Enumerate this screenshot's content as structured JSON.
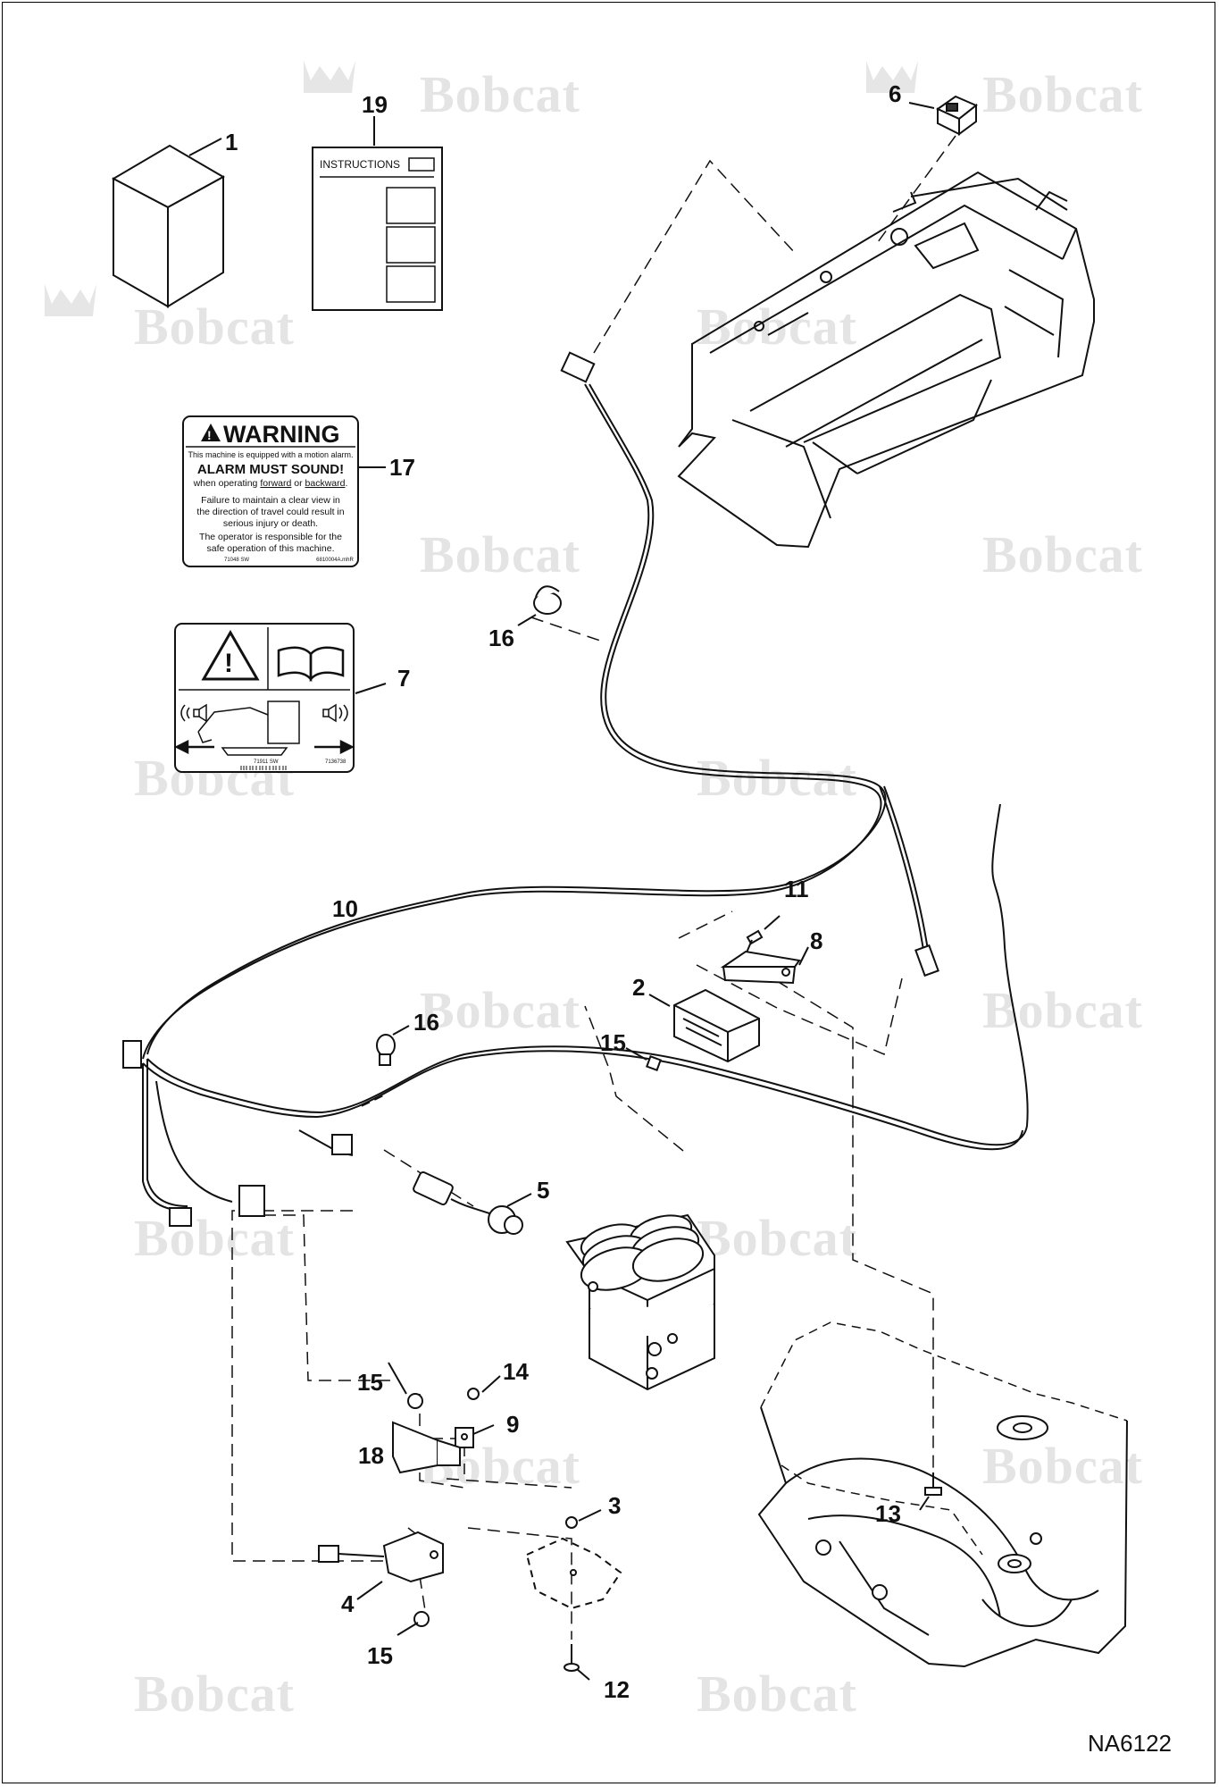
{
  "watermark": {
    "text": "Bobcat"
  },
  "figure_ref": "NA6122",
  "callouts": [
    {
      "id": "c1",
      "label": "1"
    },
    {
      "id": "c19",
      "label": "19"
    },
    {
      "id": "c6",
      "label": "6"
    },
    {
      "id": "c17",
      "label": "17"
    },
    {
      "id": "c7",
      "label": "7"
    },
    {
      "id": "c16a",
      "label": "16"
    },
    {
      "id": "c10",
      "label": "10"
    },
    {
      "id": "c11",
      "label": "11"
    },
    {
      "id": "c8",
      "label": "8"
    },
    {
      "id": "c2",
      "label": "2"
    },
    {
      "id": "c15a",
      "label": "15"
    },
    {
      "id": "c16b",
      "label": "16"
    },
    {
      "id": "c5",
      "label": "5"
    },
    {
      "id": "c15b",
      "label": "15"
    },
    {
      "id": "c14",
      "label": "14"
    },
    {
      "id": "c9",
      "label": "9"
    },
    {
      "id": "c18",
      "label": "18"
    },
    {
      "id": "c3",
      "label": "3"
    },
    {
      "id": "c13",
      "label": "13"
    },
    {
      "id": "c4",
      "label": "4"
    },
    {
      "id": "c15c",
      "label": "15"
    },
    {
      "id": "c12",
      "label": "12"
    }
  ],
  "instructions_sheet": {
    "title": "INSTRUCTIONS"
  },
  "warning_decal": {
    "header": "WARNING",
    "line1": "This machine is equipped with a motion alarm.",
    "line2": "ALARM MUST SOUND!",
    "line3_pre": "when operating ",
    "line3_u1": "forward",
    "line3_mid": " or ",
    "line3_u2": "backward",
    "line3_post": ".",
    "line4": "Failure to maintain a clear view in",
    "line5": "the direction of travel could result in",
    "line6": "serious injury or death.",
    "line7": "The operator is responsible for the",
    "line8": "safe operation of this machine.",
    "code_left": "71048 SW",
    "code_right": "6810004A.mhR"
  },
  "pictorial_decal": {
    "code_left": "71911 SW",
    "code_right": "7136738"
  }
}
